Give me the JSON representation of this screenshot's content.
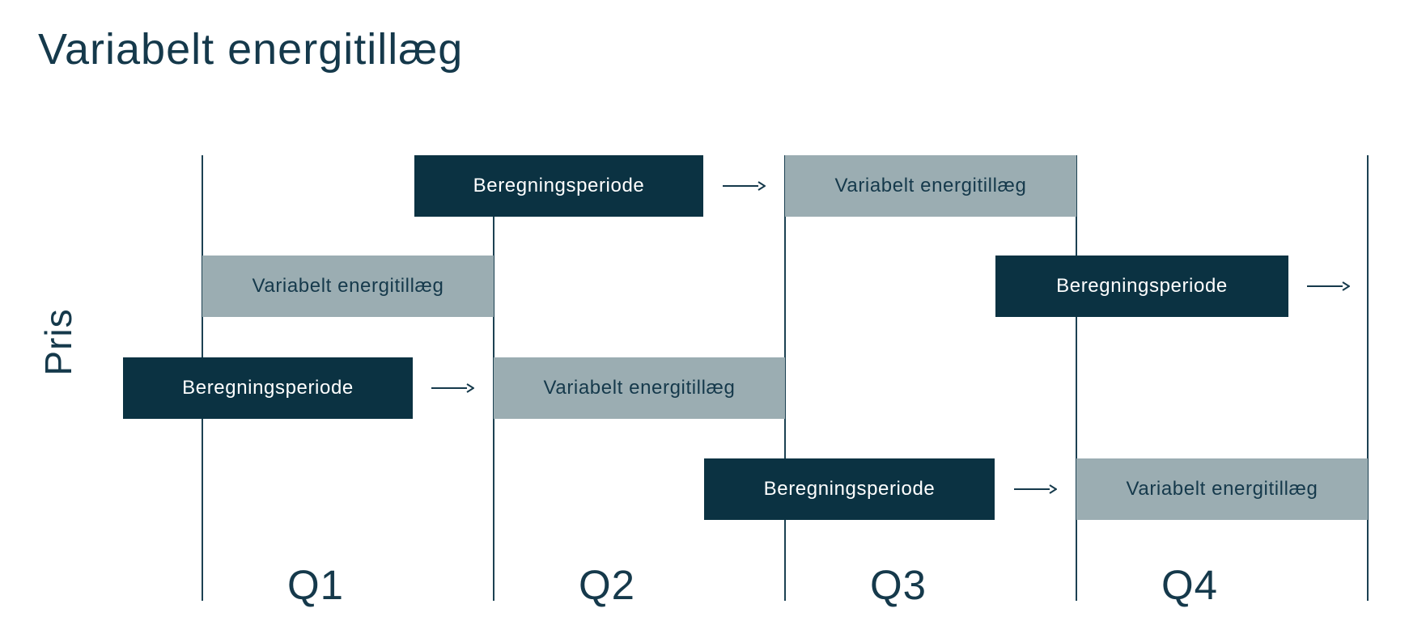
{
  "title": "Variabelt energitillæg",
  "y_axis": {
    "label": "Pris"
  },
  "x_axis": {
    "quarters": [
      "Q1",
      "Q2",
      "Q3",
      "Q4"
    ]
  },
  "bars": [
    {
      "row": 1,
      "type": "calculation-period",
      "label": "Beregningsperiode"
    },
    {
      "row": 1,
      "type": "variable-surcharge",
      "label": "Variabelt energitillæg",
      "quarter": "Q3"
    },
    {
      "row": 2,
      "type": "variable-surcharge",
      "label": "Variabelt energitillæg",
      "quarter": "Q1"
    },
    {
      "row": 2,
      "type": "calculation-period",
      "label": "Beregningsperiode"
    },
    {
      "row": 3,
      "type": "calculation-period",
      "label": "Beregningsperiode"
    },
    {
      "row": 3,
      "type": "variable-surcharge",
      "label": "Variabelt energitillæg",
      "quarter": "Q2"
    },
    {
      "row": 4,
      "type": "calculation-period",
      "label": "Beregningsperiode"
    },
    {
      "row": 4,
      "type": "variable-surcharge",
      "label": "Variabelt energitillæg",
      "quarter": "Q4"
    }
  ],
  "arrows": [
    {
      "row": 1,
      "icon": "arrow-right"
    },
    {
      "row": 2,
      "icon": "arrow-right"
    },
    {
      "row": 3,
      "icon": "arrow-right"
    },
    {
      "row": 4,
      "icon": "arrow-right"
    }
  ],
  "colors": {
    "navy": "#0b3242",
    "gray": "#9badb2",
    "ink": "#15394b",
    "line": "#1c4152",
    "white": "#ffffff",
    "background": "#ffffff"
  }
}
